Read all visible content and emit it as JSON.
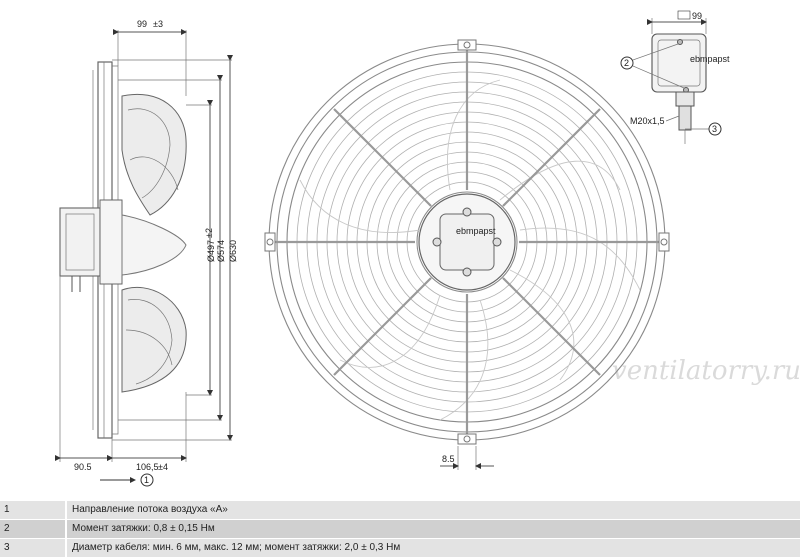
{
  "dimensions": {
    "top_depth": "99",
    "top_depth_tol": "±3",
    "left_offset": "90.5",
    "bottom_depth": "106,5",
    "bottom_depth_tol": "±4",
    "dia_inner": "Ø497",
    "dia_inner_tol": "±2",
    "dia_mid": "Ø574",
    "dia_outer": "Ø630",
    "box_width": "99",
    "thread": "M20x1,5",
    "hole_offset": "8.5"
  },
  "callouts": {
    "airflow": "1",
    "torque": "2",
    "cable": "3"
  },
  "labels": {
    "brand_small": "ebmpapst"
  },
  "watermark": "ventilatorry.ru",
  "legend": [
    {
      "num": "1",
      "text": "Направление потока воздуха «А»"
    },
    {
      "num": "2",
      "text": "Момент затяжки: 0,8 ± 0,15 Нм"
    },
    {
      "num": "3",
      "text": "Диаметр кабеля: мин. 6 мм, макс. 12 мм; момент затяжки: 2,0 ± 0,3 Нм"
    }
  ]
}
